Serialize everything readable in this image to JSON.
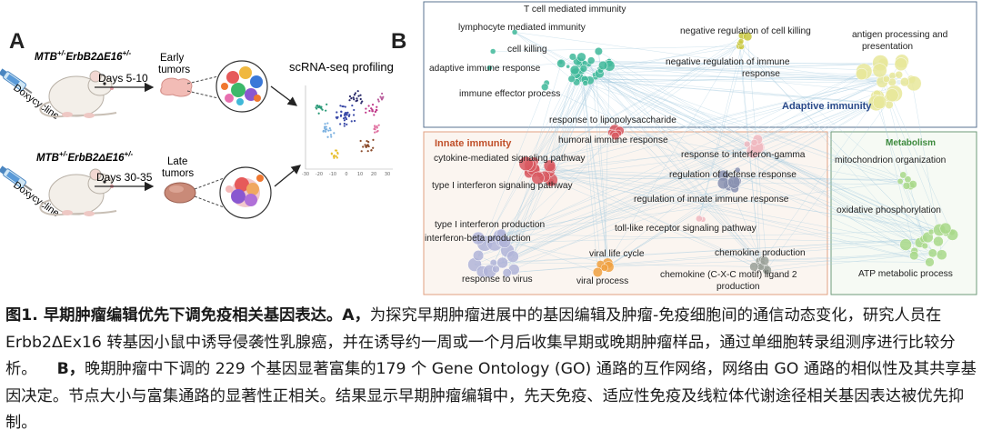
{
  "panelA": {
    "label": "A",
    "genotype": "MTB+/-ErbB2ΔE16+/-",
    "genotype_main": "MTB",
    "genotype_sup1": "+/-",
    "genotype_mid": "ErbB2ΔE16",
    "genotype_sup2": "+/-",
    "drug": "Doxycycline",
    "early_days": "Days 5-10",
    "early_label1": "Early",
    "early_label2": "tumors",
    "late_days": "Days 30-35",
    "late_label1": "Late",
    "late_label2": "tumors",
    "profiling": "scRNA-seq profiling",
    "tsne_xticks": [
      "-30",
      "-20",
      "-10",
      "0",
      "10",
      "20",
      "30"
    ]
  },
  "panelB": {
    "label": "B",
    "adaptive_title": "Adaptive immunity",
    "innate_title": "Innate immunity",
    "metabolism_title": "Metabolism",
    "terms": {
      "t1": "T cell mediated immunity",
      "t2": "lymphocyte mediated immunity",
      "t3": "cell killing",
      "t4": "adaptive immune response",
      "t5": "immune effector process",
      "t6": "negative regulation of cell killing",
      "t7a": "negative regulation of immune",
      "t7b": "response",
      "t8a": "antigen processing and",
      "t8b": "presentation",
      "t9": "response to lipopolysaccharide",
      "t10": "humoral immune response",
      "t11": "response to interferon-gamma",
      "t12": "cytokine-mediated signaling pathway",
      "t13": "regulation of defense response",
      "t14": "type I interferon signaling pathway",
      "t15": "regulation of innate immune response",
      "t16": "toll-like receptor signaling pathway",
      "t17": "type I interferon production",
      "t18": "interferon-beta production",
      "t19": "viral life cycle",
      "t20": "chemokine production",
      "t21": "response to virus",
      "t22": "viral process",
      "t23a": "chemokine (C-X-C motif) ligand 2",
      "t23b": "production",
      "t24": "mitochondrion organization",
      "t25": "oxidative phosphorylation",
      "t26": "ATP metabolic process"
    }
  },
  "caption": {
    "bold": "图1. 早期肿瘤编辑优先下调免疫相关基因表达。",
    "a_label": "A，",
    "a_text": "为探究早期肿瘤进展中的基因编辑及肿瘤-免疫细胞间的通信动态变化，研究人员在Erbb2ΔEx16 转基因小鼠中诱导侵袭性乳腺癌，并在诱导约一周或一个月后收集早期或晚期肿瘤样品，通过单细胞转录组测序进行比较分析。",
    "b_label": "B，",
    "b_text": "晚期肿瘤中下调的 229 个基因显著富集的179 个 Gene Ontology (GO) 通路的互作网络，网络由 GO 通路的相似性及其共享基因决定。节点大小与富集通路的显著性正相关。结果显示早期肿瘤编辑中，先天免疫、适应性免疫及线粒体代谢途径相关基因表达被优先抑制。"
  },
  "colors": {
    "adaptive_box": "#5a7390",
    "innate_box": "#e0a080",
    "metabolism_box": "#6e9a78",
    "adaptive_title": "#2a4a8a",
    "innate_title": "#c0502a",
    "metabolism_title": "#3d8a3d",
    "teal": "#3fb89a",
    "yellow": "#e8e79a",
    "olive": "#c9c840",
    "red": "#d85860",
    "pink": "#f0b8c0",
    "slate": "#8890b0",
    "lavender": "#b0b4d8",
    "orange": "#f0a040",
    "gray": "#9aa098",
    "green": "#a8d888",
    "edge": "#a8cce0"
  }
}
